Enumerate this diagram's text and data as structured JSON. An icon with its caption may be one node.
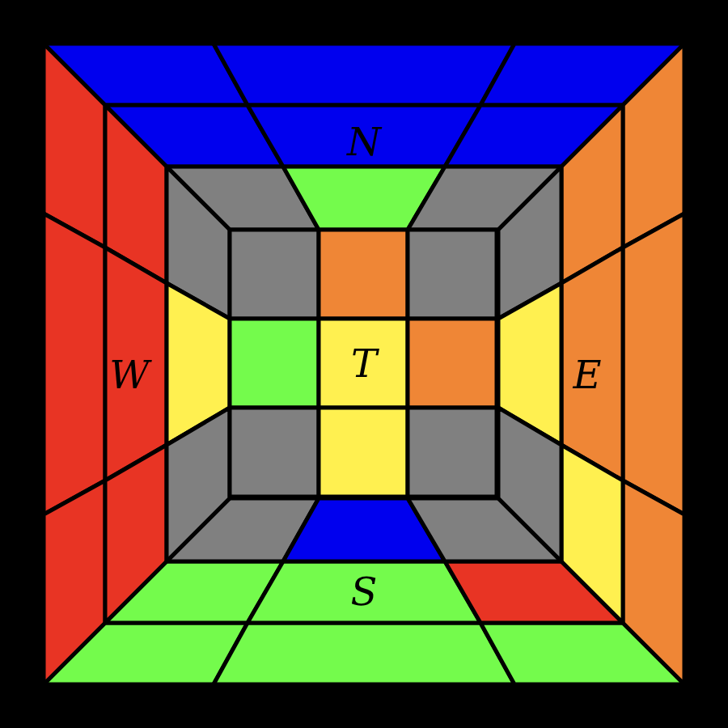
{
  "diagram": {
    "labels": [
      "N",
      "W",
      "T",
      "E",
      "S"
    ]
  }
}
